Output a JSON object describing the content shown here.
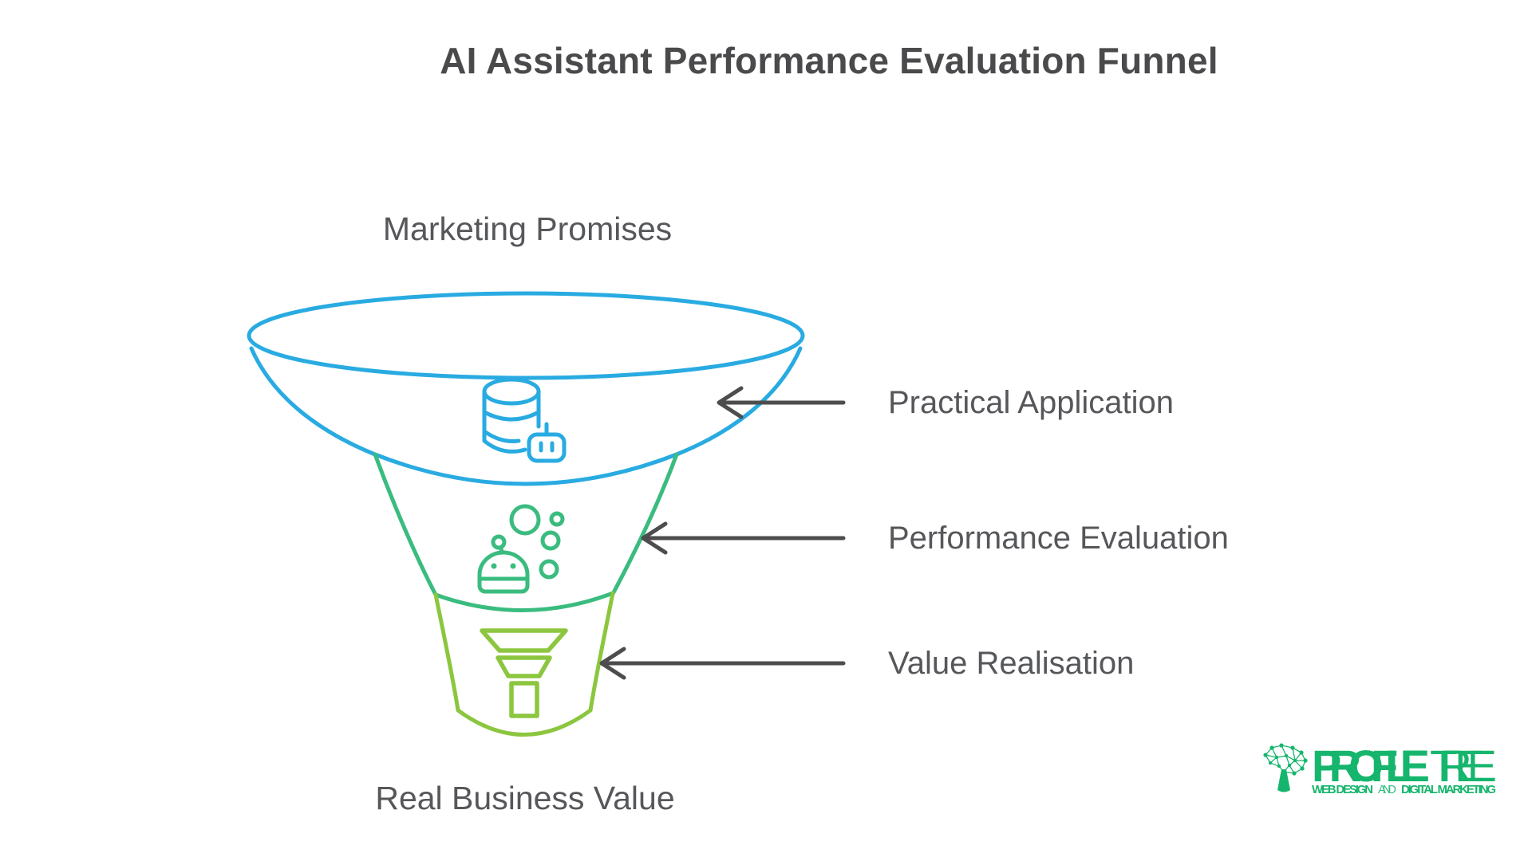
{
  "title": "AI Assistant Performance Evaluation Funnel",
  "funnel": {
    "input_label": "Marketing Promises",
    "output_label": "Real Business Value",
    "stages": [
      {
        "label": "Practical Application",
        "color": "#29abe2",
        "icon": "database-robot-icon"
      },
      {
        "label": "Performance Evaluation",
        "color": "#3bbc7f",
        "icon": "robot-bubbles-icon"
      },
      {
        "label": "Value Realisation",
        "color": "#8cc63f",
        "icon": "mini-funnel-icon"
      }
    ]
  },
  "colors": {
    "stage_top_blue": "#29abe2",
    "stage_middle_green": "#3bbc7f",
    "stage_bottom_lime": "#8cc63f",
    "arrow_gray": "#4d4d4d",
    "label_text": "#56575a",
    "title_text": "#4a4a4c",
    "logo_green": "#16b56d",
    "background": "#ffffff"
  },
  "logo": {
    "brand_bold": "PROFILE",
    "brand_light": "TREE",
    "tagline_part1": "WEB DESIGN",
    "tagline_part2": "AND",
    "tagline_part3": "DIGITAL MARKETING"
  }
}
